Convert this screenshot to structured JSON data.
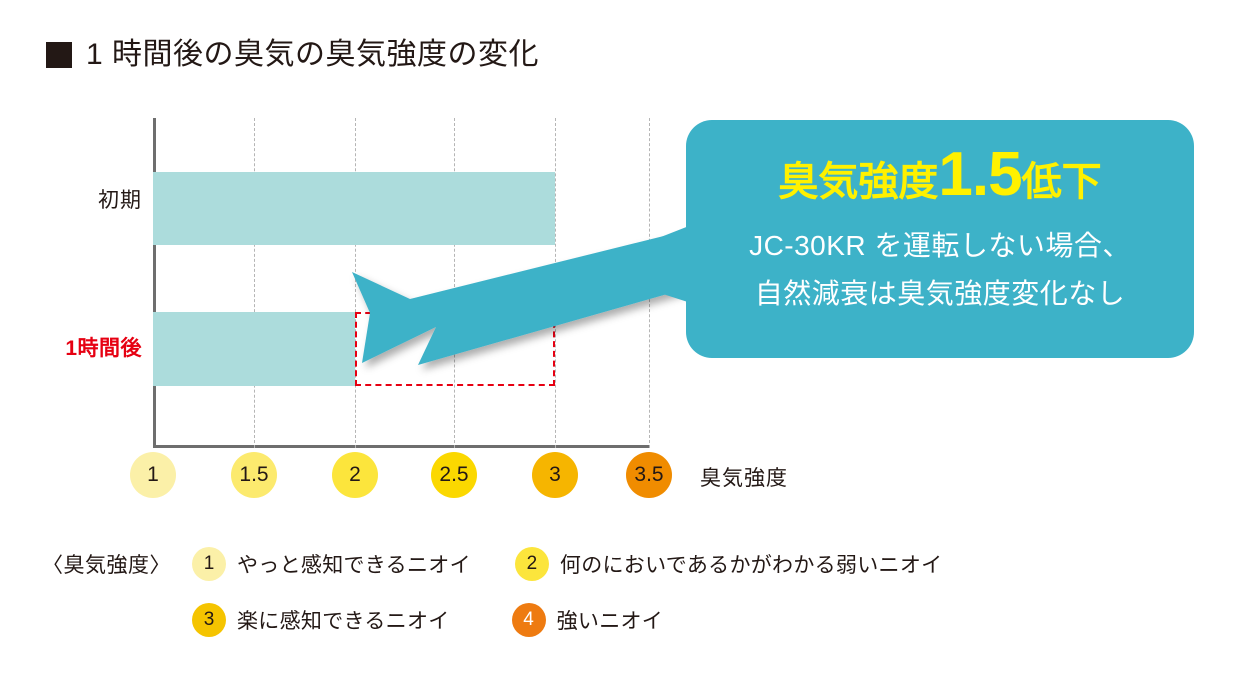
{
  "title": {
    "marker": "filled-square",
    "text": "1 時間後の臭気の臭気強度の変化"
  },
  "chart_data": {
    "type": "bar",
    "orientation": "horizontal",
    "title": "1 時間後の臭気の臭気強度の変化",
    "xlabel": "臭気強度",
    "ylabel": "",
    "categories": [
      "初期",
      "1時間後"
    ],
    "values": [
      3.0,
      2.0
    ],
    "xlim": [
      1,
      3.5
    ],
    "xticks": [
      "1",
      "1.5",
      "2",
      "2.5",
      "3",
      "3.5"
    ],
    "xtick_values": [
      1,
      1.5,
      2,
      2.5,
      3,
      3.5
    ],
    "grid": true,
    "legend_position": "none",
    "bar_color": "#ACDCDC",
    "series": [
      {
        "name": "臭気強度",
        "values": [
          3.0,
          2.0
        ]
      }
    ],
    "annotations": [
      {
        "type": "dashed-rect",
        "label": "臭気強度1.5低下",
        "from": 2.0,
        "to": 3.0,
        "category": "1時間後",
        "color": "#e60012"
      },
      {
        "type": "arrow",
        "color": "#3DB2C8",
        "points_to": "1時間後 bar end"
      }
    ]
  },
  "axis": {
    "y_labels": [
      {
        "text": "初期",
        "color": "#231815",
        "bold": false
      },
      {
        "text": "1時間後",
        "color": "#e60012",
        "bold": true
      }
    ],
    "x_title": "臭気強度",
    "x_ticks": [
      {
        "label": "1",
        "color": "#FBF0A8"
      },
      {
        "label": "1.5",
        "color": "#FCEA6E"
      },
      {
        "label": "2",
        "color": "#FCE53C"
      },
      {
        "label": "2.5",
        "color": "#FBD800"
      },
      {
        "label": "3",
        "color": "#F6B500"
      },
      {
        "label": "3.5",
        "color": "#F08C00"
      }
    ]
  },
  "callout": {
    "headline_prefix": "臭気強度",
    "headline_value": "1.5",
    "headline_suffix": "低下",
    "line1": "JC-30KR を運転しない場合、",
    "line2": "自然減衰は臭気強度変化なし",
    "background_color": "#3DB2C8",
    "headline_color": "#FFF100",
    "body_color": "#FFFFFF"
  },
  "legend": {
    "caption": "〈臭気強度〉",
    "items": [
      {
        "badge": "1",
        "text": "やっと感知できるニオイ",
        "badge_color": "#FBF0A8",
        "badge_text_color": "#231815"
      },
      {
        "badge": "2",
        "text": "何のにおいであるかがわかる弱いニオイ",
        "badge_color": "#FCE53C",
        "badge_text_color": "#231815"
      },
      {
        "badge": "3",
        "text": "楽に感知できるニオイ",
        "badge_color": "#F5C400",
        "badge_text_color": "#231815"
      },
      {
        "badge": "4",
        "text": "強いニオイ",
        "badge_color": "#EE7B11",
        "badge_text_color": "#FFFFFF"
      }
    ]
  }
}
